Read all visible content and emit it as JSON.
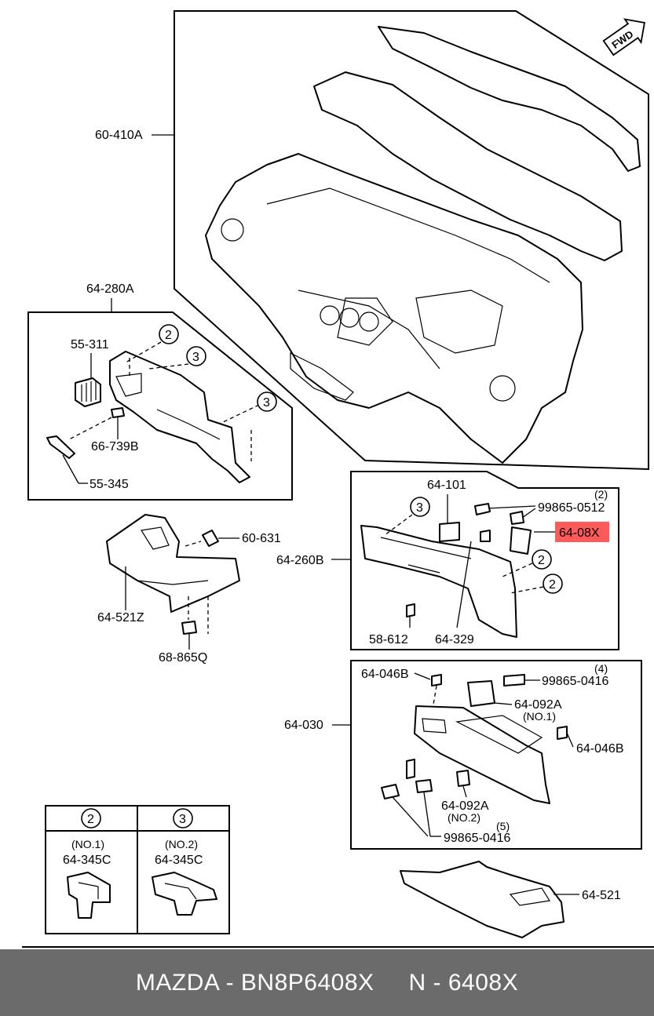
{
  "colors": {
    "highlight": "#ff5a5a",
    "footer_bg": "#6b6b6b",
    "footer_text": "#ffffff"
  },
  "diagram": {
    "fwd_arrow_text": "FWD",
    "labels": {
      "p_60_410A": "60-410A",
      "p_64_280A": "64-280A",
      "p_55_311": "55-311",
      "p_66_739B": "66-739B",
      "p_55_345": "55-345",
      "p_60_631": "60-631",
      "p_64_521Z": "64-521Z",
      "p_68_865Q": "68-865Q",
      "p_64_101": "64-101",
      "p_99865_0512": "99865-0512",
      "qty_2": "(2)",
      "p_64_08X": "64-08X",
      "p_64_260B": "64-260B",
      "p_58_612": "58-612",
      "p_64_329": "64-329",
      "p_64_046B_top": "64-046B",
      "qty_4": "(4)",
      "p_99865_0416_top": "99865-0416",
      "p_64_092A_top": "64-092A",
      "no1": "(NO.1)",
      "p_64_030": "64-030",
      "p_64_046B_right": "64-046B",
      "p_64_092A_bottom": "64-092A",
      "no2": "(NO.2)",
      "qty_5": "(5)",
      "p_99865_0416_bottom": "99865-0416",
      "p_64_521": "64-521"
    },
    "callouts": {
      "two": "2",
      "three": "3"
    },
    "legend": {
      "col1": {
        "marker": "2",
        "variant": "(NO.1)",
        "part": "64-345C"
      },
      "col2": {
        "marker": "3",
        "variant": "(NO.2)",
        "part": "64-345C"
      }
    }
  },
  "footer": {
    "left": "MAZDA - BN8P6408X",
    "right": "N - 6408X"
  }
}
